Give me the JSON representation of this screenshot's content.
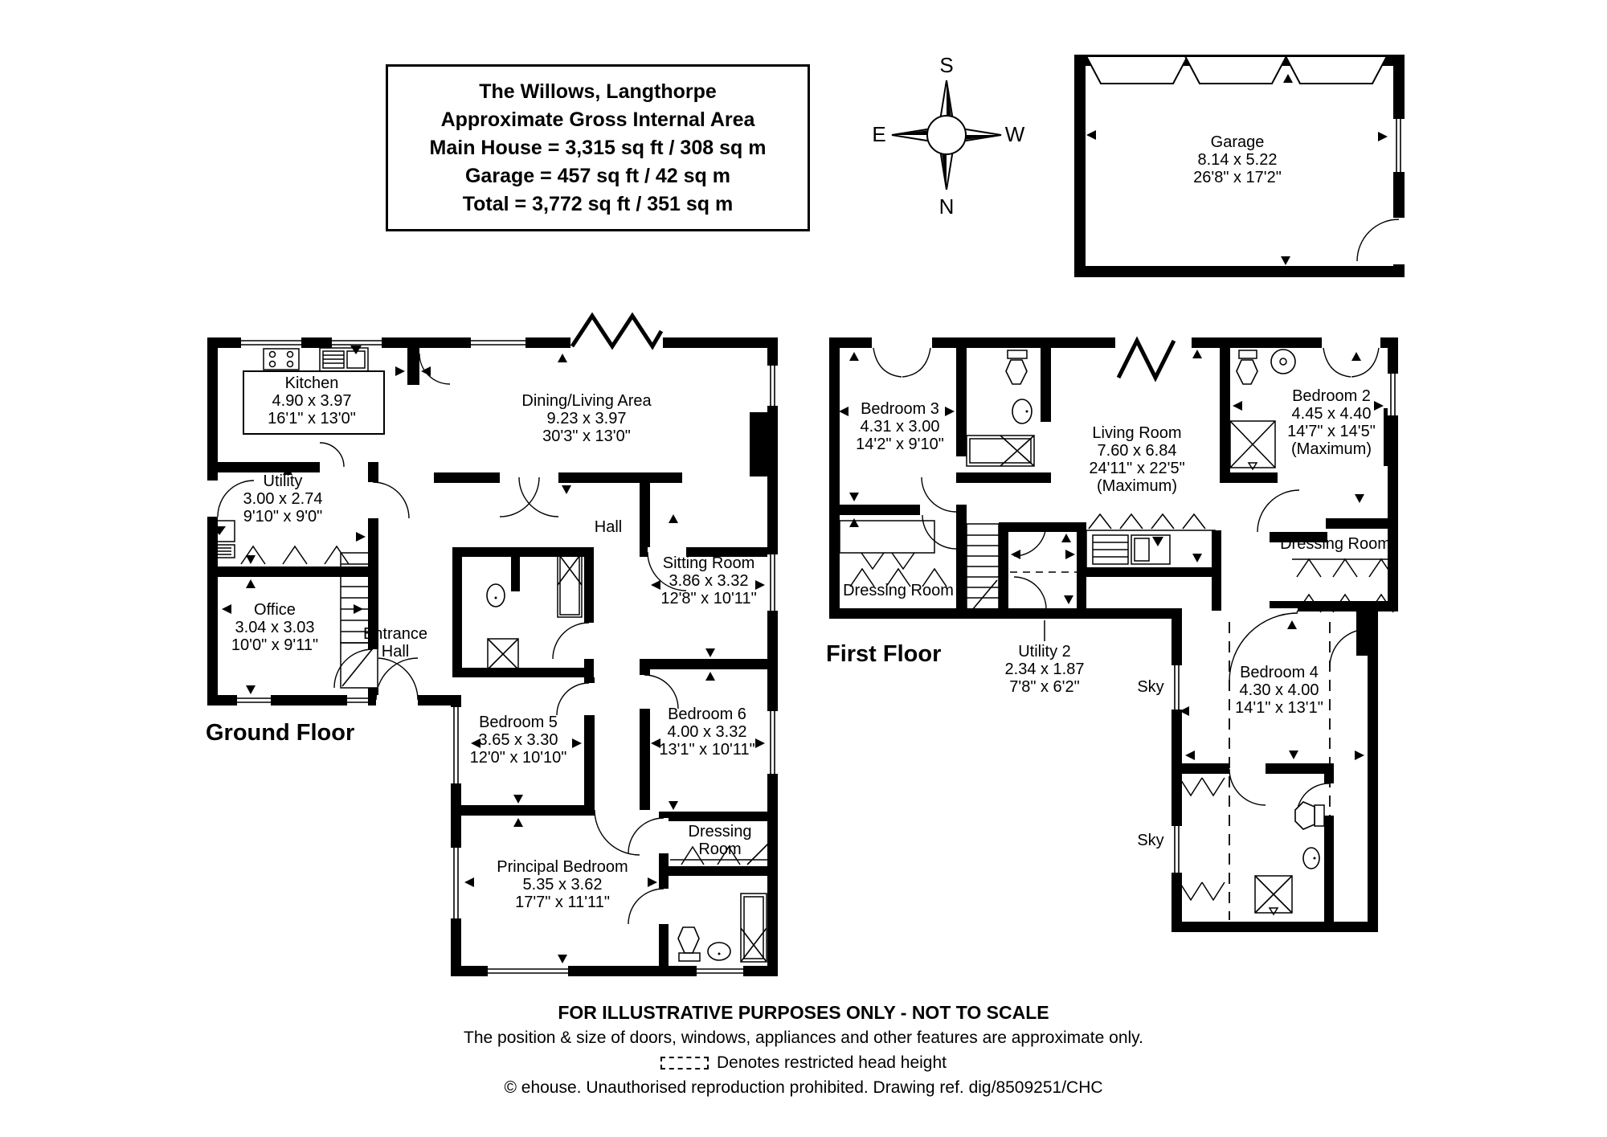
{
  "title_block": {
    "address": "The Willows, Langthorpe",
    "subtitle": "Approximate Gross Internal Area",
    "main_house": "Main House = 3,315 sq ft / 308 sq m",
    "garage_area": "Garage = 457 sq ft / 42 sq m",
    "total": "Total = 3,772 sq ft / 351 sq m"
  },
  "compass": {
    "north": "N",
    "south": "S",
    "east": "E",
    "west": "W"
  },
  "garage": {
    "name": "Garage",
    "metric": "8.14 x 5.22",
    "imperial": "26'8\" x 17'2\""
  },
  "ground_floor": {
    "label": "Ground Floor",
    "rooms": {
      "kitchen": {
        "name": "Kitchen",
        "metric": "4.90 x 3.97",
        "imperial": "16'1\" x 13'0\""
      },
      "dining_living": {
        "name": "Dining/Living Area",
        "metric": "9.23 x 3.97",
        "imperial": "30'3\" x 13'0\""
      },
      "utility": {
        "name": "Utility",
        "metric": "3.00 x 2.74",
        "imperial": "9'10\" x 9'0\""
      },
      "office": {
        "name": "Office",
        "metric": "3.04 x 3.03",
        "imperial": "10'0\" x 9'11\""
      },
      "entrance_hall": {
        "line1": "Entrance",
        "line2": "Hall"
      },
      "hall": {
        "name": "Hall"
      },
      "sitting_room": {
        "name": "Sitting Room",
        "metric": "3.86 x 3.32",
        "imperial": "12'8\" x 10'11\""
      },
      "bedroom5": {
        "name": "Bedroom 5",
        "metric": "3.65 x 3.30",
        "imperial": "12'0\" x 10'10\""
      },
      "bedroom6": {
        "name": "Bedroom 6",
        "metric": "4.00 x 3.32",
        "imperial": "13'1\" x 10'11\""
      },
      "principal_bedroom": {
        "name": "Principal Bedroom",
        "metric": "5.35 x 3.62",
        "imperial": "17'7\" x 11'11\""
      },
      "dressing_room": {
        "line1": "Dressing",
        "line2": "Room"
      }
    }
  },
  "first_floor": {
    "label": "First Floor",
    "rooms": {
      "bedroom3": {
        "name": "Bedroom 3",
        "metric": "4.31 x 3.00",
        "imperial": "14'2\" x 9'10\""
      },
      "living_room": {
        "name": "Living Room",
        "metric": "7.60 x 6.84",
        "imperial": "24'11\" x 22'5\"",
        "note": "(Maximum)"
      },
      "bedroom2": {
        "name": "Bedroom 2",
        "metric": "4.45 x 4.40",
        "imperial": "14'7\" x 14'5\"",
        "note": "(Maximum)"
      },
      "dressing_room_left": {
        "name": "Dressing Room"
      },
      "dressing_room_right": {
        "name": "Dressing Room"
      },
      "utility2": {
        "name": "Utility 2",
        "metric": "2.34 x 1.87",
        "imperial": "7'8\" x 6'2\""
      },
      "bedroom4": {
        "name": "Bedroom 4",
        "metric": "4.30 x 4.00",
        "imperial": "14'1\" x 13'1\""
      },
      "sky1": "Sky",
      "sky2": "Sky"
    }
  },
  "footer": {
    "line1": "FOR ILLUSTRATIVE PURPOSES ONLY - NOT TO SCALE",
    "line2": "The position & size of doors, windows, appliances and other features are approximate only.",
    "line3": "Denotes restricted head height",
    "line4": "© ehouse. Unauthorised reproduction prohibited. Drawing ref. dig/8509251/CHC"
  }
}
